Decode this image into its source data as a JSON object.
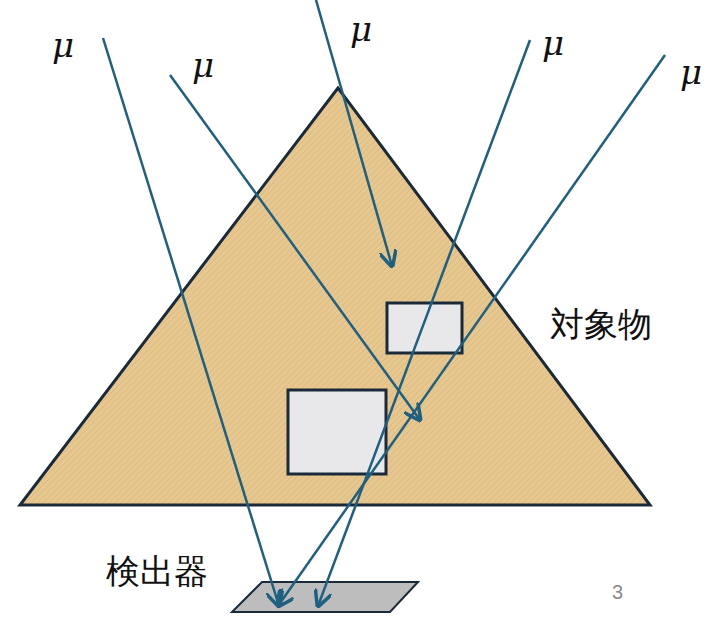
{
  "diagram": {
    "labels": [
      "μ",
      "μ",
      "μ",
      "μ",
      "μ",
      "対象物",
      "検出器",
      "3"
    ]
  }
}
